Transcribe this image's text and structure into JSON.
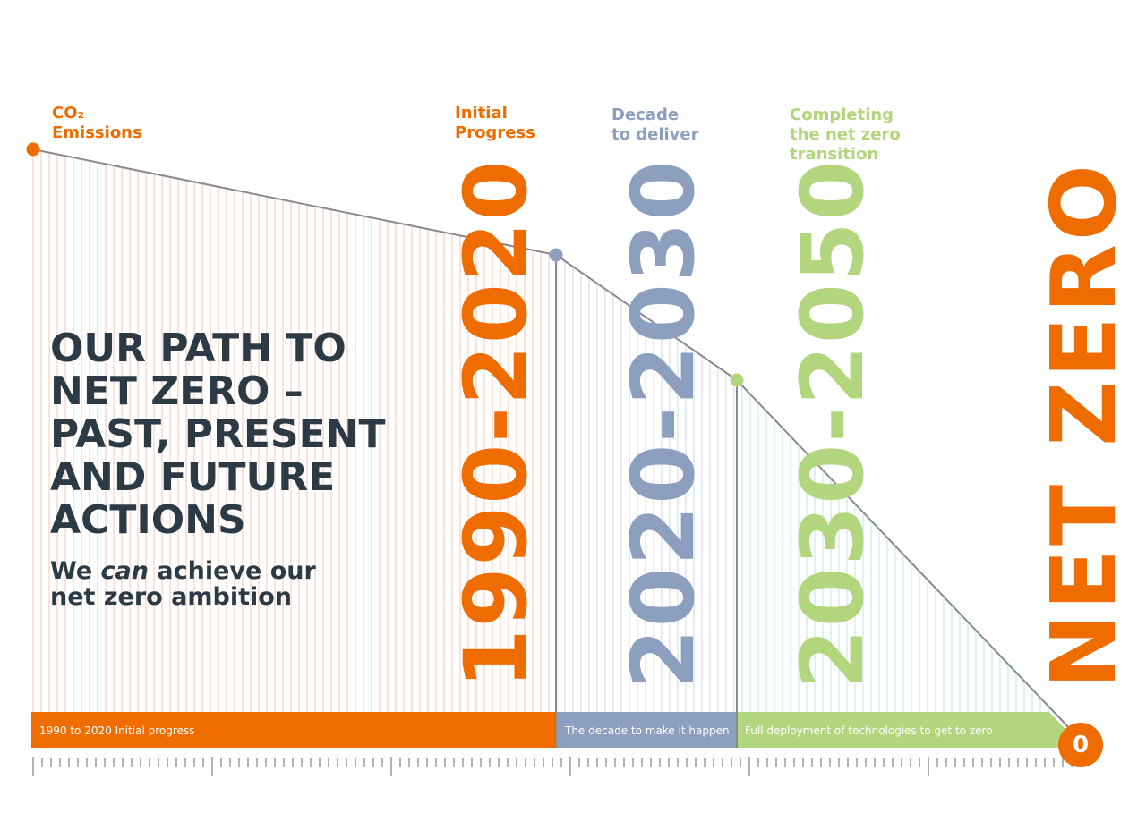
{
  "colors": {
    "orange": "#ef6c00",
    "blue_grey": "#8c9fbe",
    "green": "#b2d67e",
    "dark": "#2c3a46",
    "line": "#8a8a8a",
    "hatch_orange": "#f6c7b8",
    "hatch_blue": "#ccd5e3",
    "hatch_green": "#bfe6e2"
  },
  "labels": {
    "co2": "CO₂\nEmissions",
    "initial": "Initial\nProgress",
    "decade": "Decade\nto deliver",
    "completing": "Completing\nthe net zero\ntransition"
  },
  "periods": [
    {
      "year_label": "1990-2020",
      "bar_text": "1990 to 2020 Initial progress"
    },
    {
      "year_label": "2020-2030",
      "bar_text": "The decade to make it happen"
    },
    {
      "year_label": "2030-2050",
      "bar_text": "Full deployment of technologies to get to zero"
    }
  ],
  "net_zero": "NET ZERO",
  "zero_badge": "0",
  "headline": "OUR PATH TO\nNET ZERO –\nPAST, PRESENT\nAND FUTURE\nACTIONS",
  "subline": {
    "before": "We ",
    "emphasis": "can",
    "after": " achieve our\nnet zero ambition"
  }
}
